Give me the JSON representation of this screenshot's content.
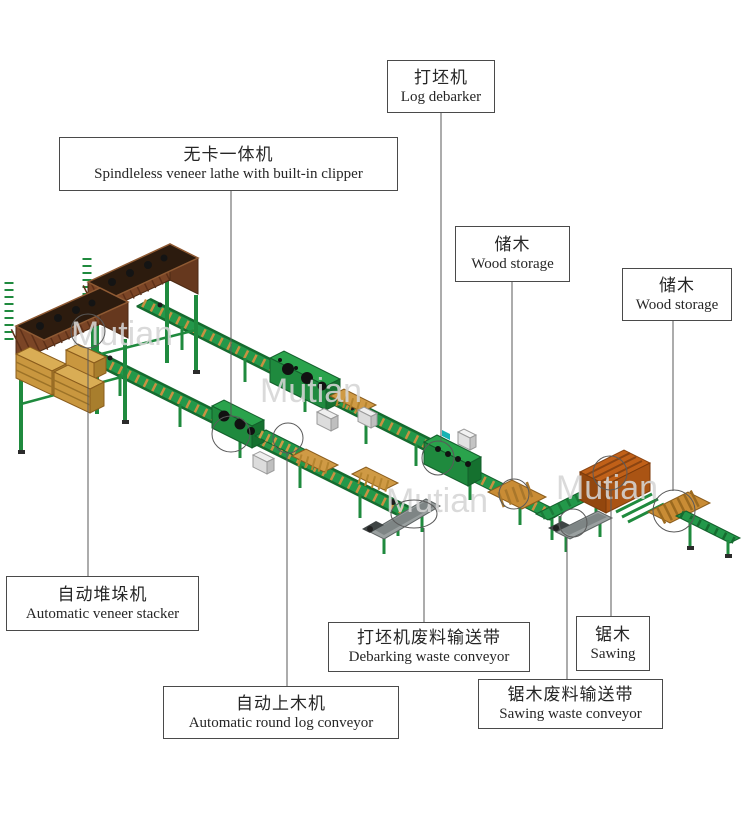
{
  "watermark": {
    "text": "Mutian"
  },
  "colors": {
    "machine_green": "#23984a",
    "machine_green_dark": "#156b2f",
    "bin_brown": "#7b4526",
    "log_tan": "#c98c35",
    "roller_tan": "#c89141",
    "belt_gray": "#9aa0a0",
    "cabinet_gray": "#dcdcdc",
    "annotation_gray": "#5a5a5a",
    "sawing_brown": "#c06018"
  },
  "callouts": [
    {
      "id": "log-debarker",
      "zh": "打坯机",
      "en": "Log debarker"
    },
    {
      "id": "spindleless-lathe",
      "zh": "无卡一体机",
      "en": "Spindleless veneer lathe with built-in clipper"
    },
    {
      "id": "wood-storage-1",
      "zh": "储木",
      "en": "Wood storage"
    },
    {
      "id": "wood-storage-2",
      "zh": "储木",
      "en": "Wood storage"
    },
    {
      "id": "veneer-stacker",
      "zh": "自动堆垛机",
      "en": "Automatic veneer stacker"
    },
    {
      "id": "debarking-waste-conveyor",
      "zh": "打坯机废料输送带",
      "en": "Debarking waste conveyor"
    },
    {
      "id": "sawing",
      "zh": "锯木",
      "en": "Sawing"
    },
    {
      "id": "round-log-conveyor",
      "zh": "自动上木机",
      "en": "Automatic round log conveyor"
    },
    {
      "id": "sawing-waste-conveyor",
      "zh": "锯木废料输送带",
      "en": "Sawing waste conveyor"
    }
  ]
}
